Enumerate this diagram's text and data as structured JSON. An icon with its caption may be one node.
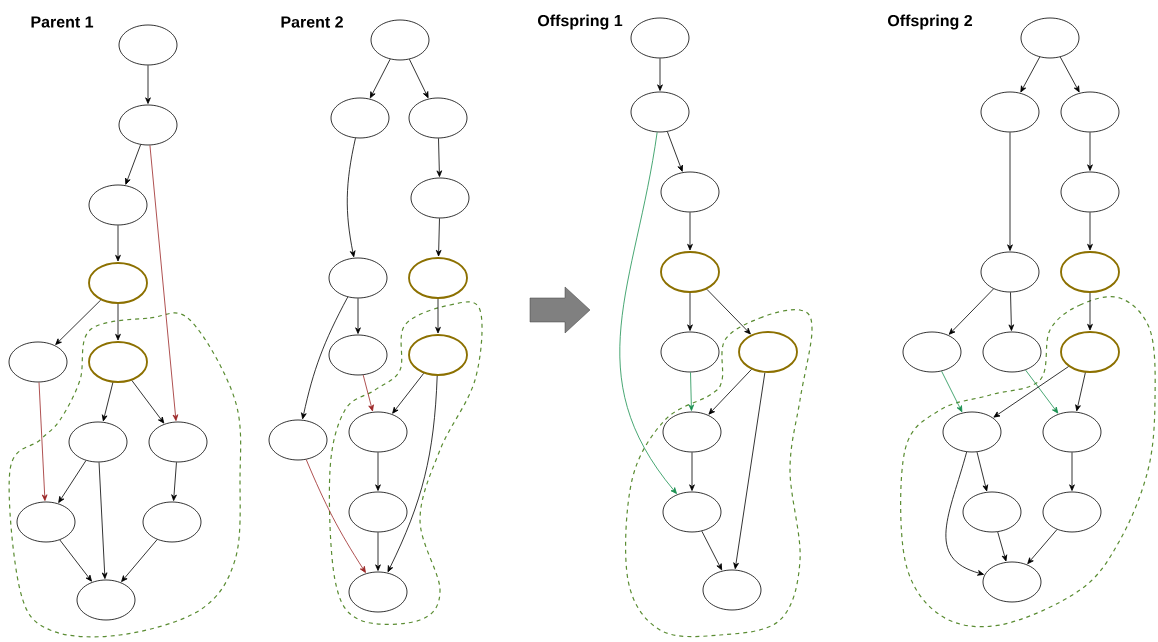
{
  "diagram": {
    "nodes": [
      {
        "text": [],
        "shape": "ellipse"
      },
      {
        "text": [],
        "shape": "ellipse"
      },
      {
        "text": [],
        "shape": "ellipse"
      },
      {
        "text": [],
        "shape": "ellipse"
      },
      {
        "text": [],
        "shape": "ellipse"
      },
      {
        "text": [],
        "shape": "ellipse"
      },
      {
        "text": [],
        "shape": "ellipse"
      },
      {
        "text": [],
        "shape": "ellipse"
      },
      {
        "text": [],
        "shape": "ellipse"
      },
      {
        "text": [],
        "shape": "ellipse"
      },
      {
        "text": [],
        "shape": "ellipse"
      },
      {
        "text": [],
        "shape": "ellipse"
      },
      {
        "text": [],
        "shape": "ellipse"
      },
      {
        "text": [],
        "shape": "ellipse"
      },
      {
        "text": [],
        "shape": "ellipse"
      },
      {
        "text": [],
        "shape": "ellipse"
      },
      {
        "text": [],
        "shape": "ellipse"
      },
      {
        "text": [],
        "shape": "ellipse"
      },
      {
        "text": [],
        "shape": "ellipse"
      },
      {
        "text": [],
        "shape": "ellipse"
      },
      {
        "text": [],
        "shape": "ellipse"
      },
      {
        "text": [],
        "shape": "ellipse"
      },
      {
        "text": [],
        "shape": "ellipse"
      },
      {
        "text": [],
        "shape": "ellipse"
      },
      {
        "text": [],
        "shape": "ellipse"
      },
      {
        "text": [],
        "shape": "ellipse"
      },
      {
        "text": [],
        "shape": "ellipse"
      },
      {
        "text": [],
        "shape": "ellipse"
      },
      {
        "text": [],
        "shape": "ellipse"
      },
      {
        "text": [],
        "shape": "ellipse"
      },
      {
        "text": [],
        "shape": "ellipse"
      },
      {
        "text": [],
        "shape": "ellipse"
      },
      {
        "text": [],
        "shape": "ellipse"
      },
      {
        "text": [],
        "shape": "ellipse"
      },
      {
        "text": [],
        "shape": "ellipse"
      },
      {
        "text": [],
        "shape": "ellipse"
      },
      {
        "text": [],
        "shape": "ellipse"
      },
      {
        "text": [],
        "shape": "ellipse"
      },
      {
        "text": [],
        "shape": "ellipse"
      },
      {
        "text": [],
        "shape": "ellipse"
      },
      {
        "text": [],
        "shape": "ellipse"
      },
      {
        "text": [],
        "shape": "ellipse"
      },
      {
        "text": [],
        "shape": "ellipse"
      },
      {
        "text": [],
        "shape": "ellipse"
      },
      {
        "text": [],
        "shape": "ellipse"
      },
      {
        "text": [],
        "shape": "ellipse"
      }
    ],
    "edges": [
      {
        "from": 0,
        "to": 1,
        "arrow": "to"
      },
      {
        "from": 1,
        "to": 2,
        "arrow": "to"
      },
      {
        "from": 1,
        "to": 7,
        "arrow": "to",
        "color": "#9b2525"
      },
      {
        "from": 2,
        "to": 3,
        "arrow": "to"
      },
      {
        "from": 3,
        "to": 4,
        "arrow": "to"
      },
      {
        "from": 3,
        "to": 5,
        "arrow": "to"
      },
      {
        "from": 4,
        "to": 8,
        "arrow": "to",
        "color": "#9b2525"
      },
      {
        "from": 5,
        "to": 6,
        "arrow": "to"
      },
      {
        "from": 5,
        "to": 7,
        "arrow": "to"
      },
      {
        "from": 6,
        "to": 8,
        "arrow": "to"
      },
      {
        "from": 6,
        "to": 10,
        "arrow": "to"
      },
      {
        "from": 7,
        "to": 9,
        "arrow": "to"
      },
      {
        "from": 8,
        "to": 10,
        "arrow": "to"
      },
      {
        "from": 9,
        "to": 10,
        "arrow": "to"
      },
      {
        "from": 11,
        "to": 12,
        "arrow": "to"
      },
      {
        "from": 11,
        "to": 13,
        "arrow": "to"
      },
      {
        "from": 12,
        "to": 15,
        "arrow": "to"
      },
      {
        "from": 13,
        "to": 14,
        "arrow": "to"
      },
      {
        "from": 14,
        "to": 16,
        "arrow": "to"
      },
      {
        "from": 15,
        "to": 17,
        "arrow": "to"
      },
      {
        "from": 15,
        "to": 19,
        "arrow": "to"
      },
      {
        "from": 16,
        "to": 18,
        "arrow": "to"
      },
      {
        "from": 17,
        "to": 20,
        "arrow": "to",
        "color": "#9b2525"
      },
      {
        "from": 18,
        "to": 20,
        "arrow": "to"
      },
      {
        "from": 18,
        "to": 22,
        "arrow": "to"
      },
      {
        "from": 19,
        "to": 22,
        "arrow": "to",
        "color": "#9b2525"
      },
      {
        "from": 20,
        "to": 21,
        "arrow": "to"
      },
      {
        "from": 21,
        "to": 22,
        "arrow": "to"
      },
      {
        "from": 23,
        "to": 24,
        "arrow": "to"
      },
      {
        "from": 24,
        "to": 25,
        "arrow": "to"
      },
      {
        "from": 24,
        "to": 30,
        "arrow": "to",
        "color": "#1a9050"
      },
      {
        "from": 25,
        "to": 26,
        "arrow": "to"
      },
      {
        "from": 26,
        "to": 27,
        "arrow": "to"
      },
      {
        "from": 26,
        "to": 28,
        "arrow": "to"
      },
      {
        "from": 27,
        "to": 29,
        "arrow": "to",
        "color": "#1a9050"
      },
      {
        "from": 28,
        "to": 29,
        "arrow": "to"
      },
      {
        "from": 28,
        "to": 31,
        "arrow": "to"
      },
      {
        "from": 29,
        "to": 30,
        "arrow": "to"
      },
      {
        "from": 30,
        "to": 31,
        "arrow": "to"
      },
      {
        "from": 32,
        "to": 33,
        "arrow": "to"
      },
      {
        "from": 32,
        "to": 34,
        "arrow": "to"
      },
      {
        "from": 34,
        "to": 35,
        "arrow": "to"
      },
      {
        "from": 35,
        "to": 37,
        "arrow": "to"
      },
      {
        "from": 33,
        "to": 36,
        "arrow": "to"
      },
      {
        "from": 36,
        "to": 38,
        "arrow": "to"
      },
      {
        "from": 36,
        "to": 39,
        "arrow": "to"
      },
      {
        "from": 37,
        "to": 40,
        "arrow": "to"
      },
      {
        "from": 38,
        "to": 41,
        "arrow": "to",
        "color": "#1a9050"
      },
      {
        "from": 39,
        "to": 42,
        "arrow": "to",
        "color": "#1a9050"
      },
      {
        "from": 40,
        "to": 41,
        "arrow": "to"
      },
      {
        "from": 40,
        "to": 42,
        "arrow": "to"
      },
      {
        "from": 41,
        "to": 43,
        "arrow": "to"
      },
      {
        "from": 41,
        "to": 45,
        "arrow": "to"
      },
      {
        "from": 42,
        "to": 44,
        "arrow": "to"
      },
      {
        "from": 43,
        "to": 45,
        "arrow": "to"
      },
      {
        "from": 44,
        "to": 45,
        "arrow": "to"
      }
    ],
    "labels": [
      "Parent 1",
      "Parent 2",
      "Offspring 1",
      "Offspring 2"
    ]
  }
}
